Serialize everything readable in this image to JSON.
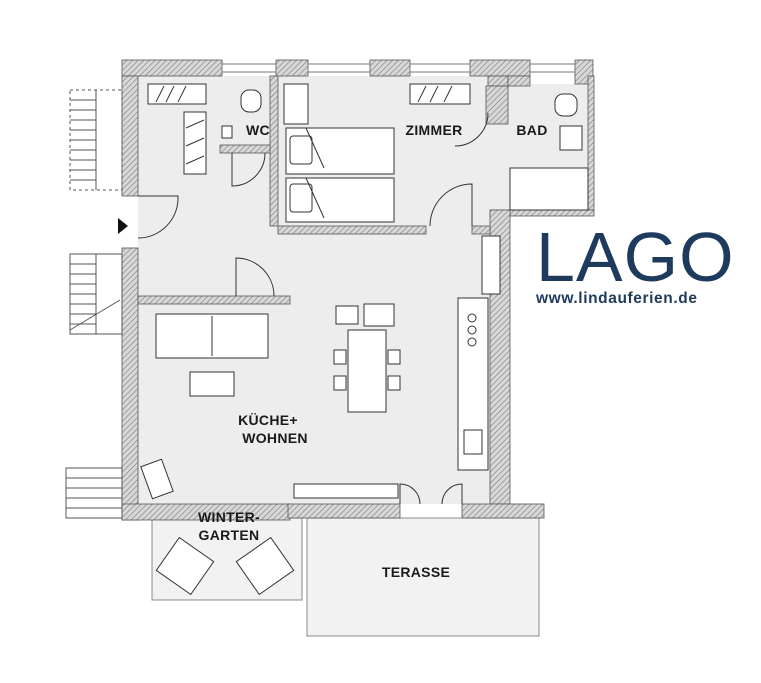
{
  "rooms": {
    "wc": "WC",
    "zimmer": "ZIMMER",
    "bad": "BAD",
    "kueche_line1": "KÜCHE+",
    "kueche_line2": "WOHNEN",
    "winter_line1": "WINTER-",
    "winter_line2": "GARTEN",
    "terasse": "TERASSE"
  },
  "logo": {
    "word": "LAGO",
    "url": "www.lindauferien.de"
  },
  "colors": {
    "wall": "#808080",
    "floor": "#ededed",
    "logo": "#1e3a5c",
    "label": "#1a1a1a"
  }
}
